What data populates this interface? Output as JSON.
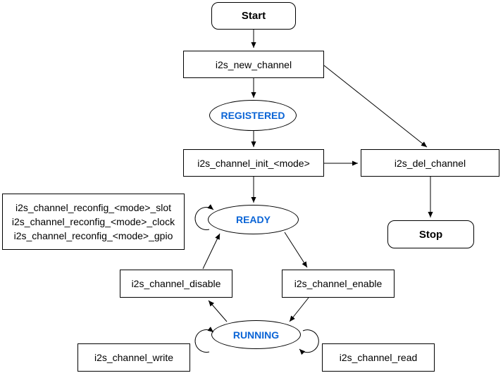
{
  "diagram": {
    "background_color": "#ffffff",
    "stroke_color": "#000000",
    "state_text_color": "#0A64D6",
    "nodes": {
      "start": {
        "label": "Start"
      },
      "new_channel": {
        "label": "i2s_new_channel"
      },
      "registered": {
        "label": "REGISTERED"
      },
      "init": {
        "label": "i2s_channel_init_<mode>"
      },
      "del_channel": {
        "label": "i2s_del_channel"
      },
      "stop": {
        "label": "Stop"
      },
      "reconfig": {
        "lines": [
          "i2s_channel_reconfig_<mode>_slot",
          "i2s_channel_reconfig_<mode>_clock",
          "i2s_channel_reconfig_<mode>_gpio"
        ]
      },
      "ready": {
        "label": "READY"
      },
      "disable": {
        "label": "i2s_channel_disable"
      },
      "enable": {
        "label": "i2s_channel_enable"
      },
      "running": {
        "label": "RUNNING"
      },
      "write": {
        "label": "i2s_channel_write"
      },
      "read": {
        "label": "i2s_channel_read"
      }
    }
  }
}
